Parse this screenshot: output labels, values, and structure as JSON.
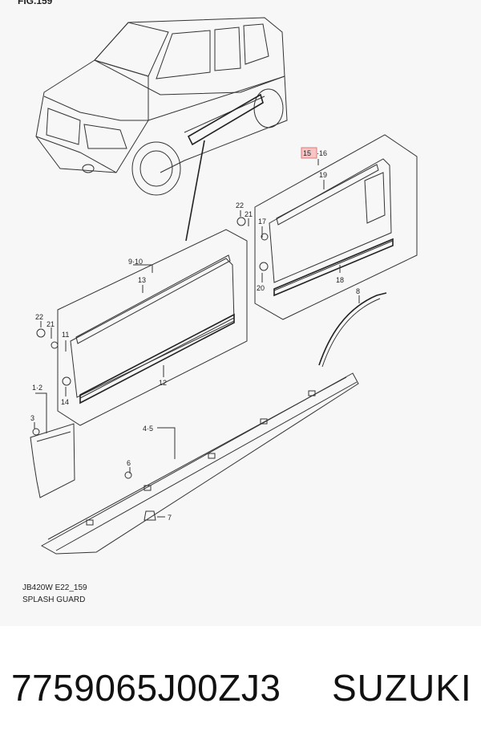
{
  "figure": {
    "header": "FIG.159"
  },
  "diagram": {
    "code": "JB420W E22_159",
    "title": "SPLASH GUARD",
    "labels": {
      "l15_16": "15·16",
      "l15": "15",
      "l16": "·16",
      "l19": "19",
      "l22a": "22",
      "l21a": "21",
      "l17": "17",
      "l20": "20",
      "l18": "18",
      "l9_10": "9·10",
      "l13": "13",
      "l8": "8",
      "l22b": "22",
      "l21b": "21",
      "l11": "11",
      "l14": "14",
      "l12": "12",
      "l1_2": "1·2",
      "l3": "3",
      "l4_5": "4·5",
      "l6": "6",
      "l7": "7"
    }
  },
  "listing": {
    "part_number": "7759065J00ZJ3",
    "brand": "SUZUKI"
  },
  "colors": {
    "highlight": "#f6c6c6",
    "line": "#333333",
    "background": "#f7f7f7"
  }
}
